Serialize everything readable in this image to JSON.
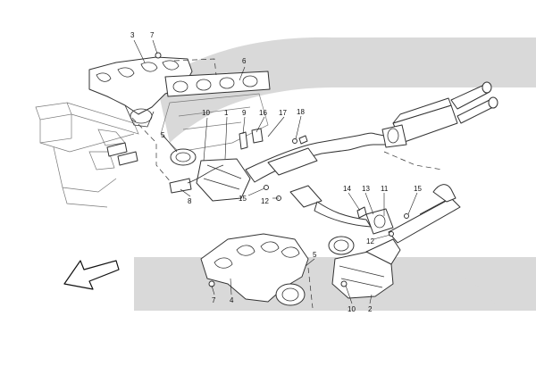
{
  "callouts": {
    "c3": "3",
    "c7_top": "7",
    "c6": "6",
    "c10_top": "10",
    "c1": "1",
    "c9": "9",
    "c16": "16",
    "c17": "17",
    "c18": "18",
    "c5_left": "5",
    "c8": "8",
    "c15_left": "15",
    "c12_mid": "12",
    "c14": "14",
    "c13": "13",
    "c11": "11",
    "c15_right": "15",
    "c12_right": "12",
    "c5_bottom": "5",
    "c7_bottom": "7",
    "c4": "4",
    "c10_bottom": "10",
    "c2": "2"
  },
  "colors": {
    "background_band": "#d9d9d9",
    "line": "#333333"
  },
  "icons": {
    "direction_arrow": "arrow-down-left-icon"
  }
}
